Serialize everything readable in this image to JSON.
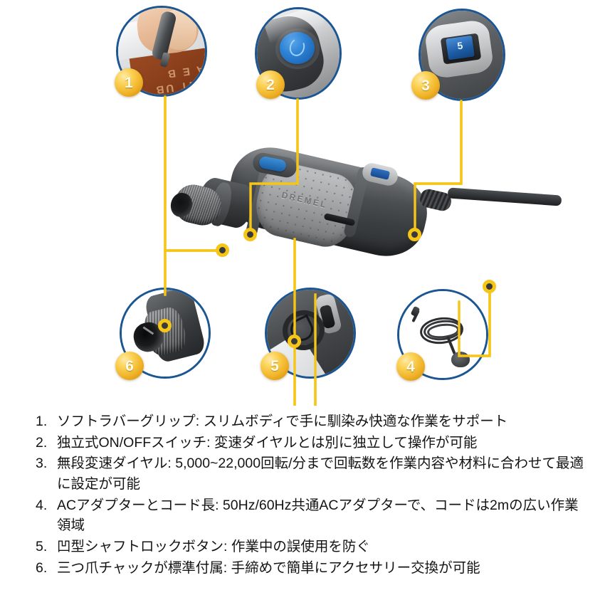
{
  "product": {
    "brand_text": "DREMEL",
    "speed_dial_marking": "5"
  },
  "colors": {
    "callout_ring": "#1b5693",
    "badge_gold": "#f0b429",
    "connector_yellow": "#f5c518",
    "accent_blue": "#1a5fa8",
    "text": "#141414"
  },
  "callouts": [
    {
      "number": "1",
      "name": "engraving-leather-photo",
      "caption_ref": "soft rubber grip in use"
    },
    {
      "number": "2",
      "name": "power-button-photo",
      "caption_ref": "independent ON/OFF switch"
    },
    {
      "number": "3",
      "name": "speed-dial-photo",
      "caption_ref": "variable speed dial"
    },
    {
      "number": "4",
      "name": "ac-cord-photo",
      "caption_ref": "AC adapter and cord"
    },
    {
      "number": "5",
      "name": "shaft-lock-photo",
      "caption_ref": "recessed shaft lock button"
    },
    {
      "number": "6",
      "name": "chuck-photo",
      "caption_ref": "three-jaw chuck"
    }
  ],
  "features": [
    "ソフトラバーグリップ: スリムボディで手に馴染み快適な作業をサポート",
    "独立式ON/OFFスイッチ: 変速ダイヤルとは別に独立して操作が可能",
    "無段変速ダイヤル: 5,000~22,000回転/分まで回転数を作業内容や材料に合わせて最適に設定が可能",
    "ACアダプターとコード長: 50Hz/60Hz共通ACアダプターで、コードは2mの広い作業領域",
    "凹型シャフトロックボタン: 作業中の誤使用を防ぐ",
    "三つ爪チャックが標準付属: 手締めで簡単にアクセサリー交換が可能"
  ]
}
